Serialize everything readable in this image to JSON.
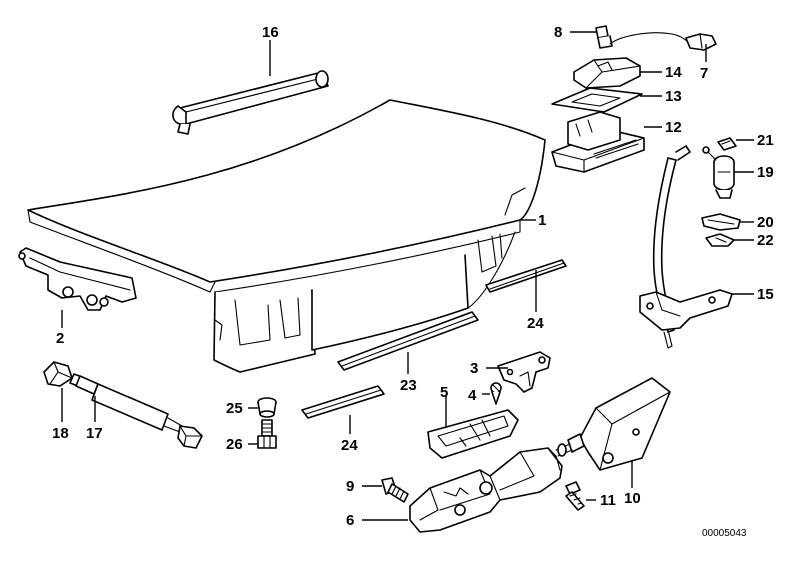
{
  "diagram": {
    "reference_number": "00005043",
    "callouts": {
      "c1": "1",
      "c2": "2",
      "c3": "3",
      "c4": "4",
      "c5": "5",
      "c6": "6",
      "c7": "7",
      "c8": "8",
      "c9": "9",
      "c10": "10",
      "c11": "11",
      "c12": "12",
      "c13": "13",
      "c14": "14",
      "c15": "15",
      "c16": "16",
      "c17": "17",
      "c18": "18",
      "c19": "19",
      "c20": "20",
      "c21": "21",
      "c22": "22",
      "c23": "23",
      "c24a": "24",
      "c24b": "24",
      "c25": "25",
      "c26": "26"
    }
  }
}
